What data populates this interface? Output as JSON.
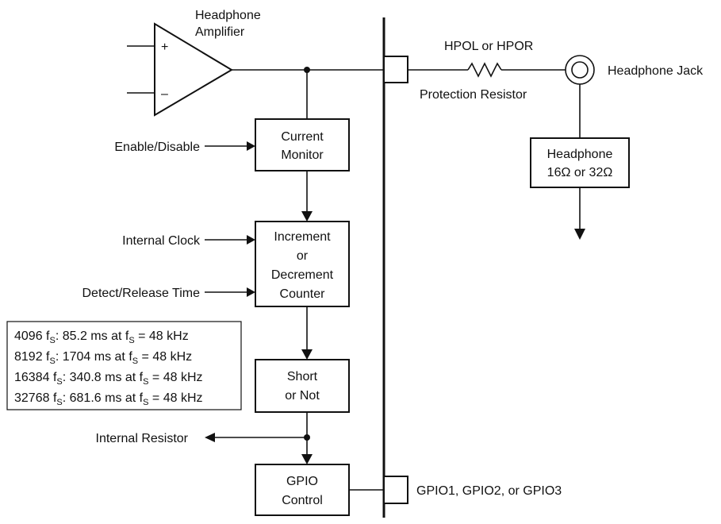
{
  "amplifier": {
    "label_line1": "Headphone",
    "label_line2": "Amplifier",
    "plus": "+",
    "minus": "–"
  },
  "blocks": {
    "current_monitor": {
      "line1": "Current",
      "line2": "Monitor"
    },
    "counter": {
      "line1": "Increment",
      "line2": "or",
      "line3": "Decrement",
      "line4": "Counter"
    },
    "short": {
      "line1": "Short",
      "line2": "or Not"
    },
    "gpio": {
      "line1": "GPIO",
      "line2": "Control"
    },
    "headphone": {
      "line1": "Headphone",
      "line2": "16Ω or 32Ω"
    }
  },
  "inputs": {
    "enable": "Enable/Disable",
    "clock": "Internal Clock",
    "detect": "Detect/Release Time",
    "internal_resistor": "Internal Resistor"
  },
  "output_path": {
    "pin": "HPOL or HPOR",
    "resistor": "Protection Resistor",
    "jack": "Headphone Jack",
    "gpio_pins": "GPIO1, GPIO2, or GPIO3"
  },
  "timing_table": [
    {
      "count": "4096",
      "time": "85.2 ms",
      "freq": "48 kHz"
    },
    {
      "count": "8192",
      "time": "1704 ms",
      "freq": "48 kHz"
    },
    {
      "count": "16384",
      "time": "340.8 ms",
      "freq": "48 kHz"
    },
    {
      "count": "32768",
      "time": "681.6 ms",
      "freq": "48 kHz"
    }
  ],
  "timing_symbols": {
    "f": "f",
    "sub": "S",
    "colon": ":",
    "at": "at",
    "eq": "="
  }
}
